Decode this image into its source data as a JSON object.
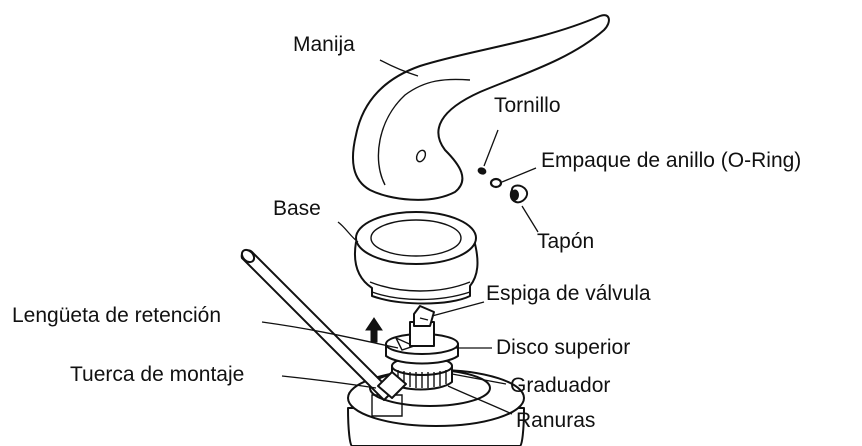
{
  "labels": {
    "handle": "Manija",
    "screw": "Tornillo",
    "oring": "Empaque de anillo (O-Ring)",
    "base": "Base",
    "cap": "Tapón",
    "valve_stem": "Espiga de válvula",
    "retaining_tab": "Lengüeta de retención",
    "top_disc": "Disco superior",
    "mounting_nut": "Tuerca de montaje",
    "limiter": "Graduador",
    "grooves": "Ranuras"
  },
  "colors": {
    "line": "#111111",
    "background": "#ffffff"
  }
}
